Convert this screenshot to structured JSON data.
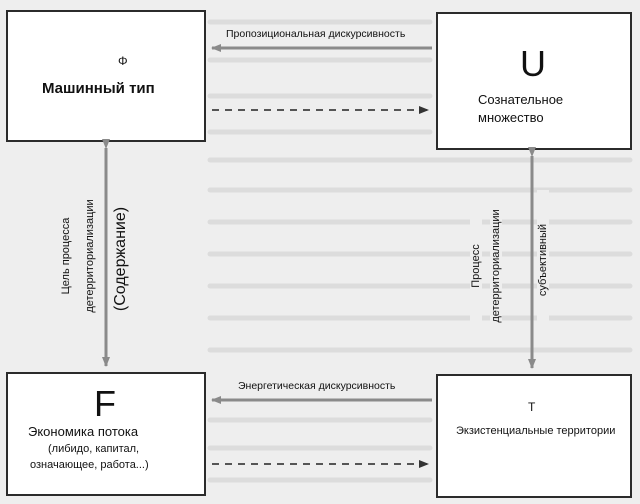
{
  "nodes": {
    "phi": {
      "symbol": "Φ",
      "label": "Машинный тип"
    },
    "u": {
      "symbol": "U",
      "label_line1": "Сознательное",
      "label_line2": "множество"
    },
    "f": {
      "symbol": "F",
      "label_line1": "Экономика потока",
      "label_line2": "(либидо, капитал,",
      "label_line3": "означающее, работа...)"
    },
    "t": {
      "symbol": "T",
      "label": "Экзистенциальные территории"
    }
  },
  "edges": {
    "top": "Пропозициональная дискурсивность",
    "bottom": "Энергетическая дискурсивность",
    "left_line1": "Цель процесса",
    "left_line2": "детерриториализации",
    "left_line3": "(Содержание)",
    "right_line1": "Процесс",
    "right_line2": "детерриториализации",
    "right_line3": "субъективный"
  },
  "colors": {
    "box_border": "#2b2b2b",
    "solid_arrow": "#8a8a8a",
    "dashed_arrow": "#555555",
    "background": "#eeeeee"
  }
}
